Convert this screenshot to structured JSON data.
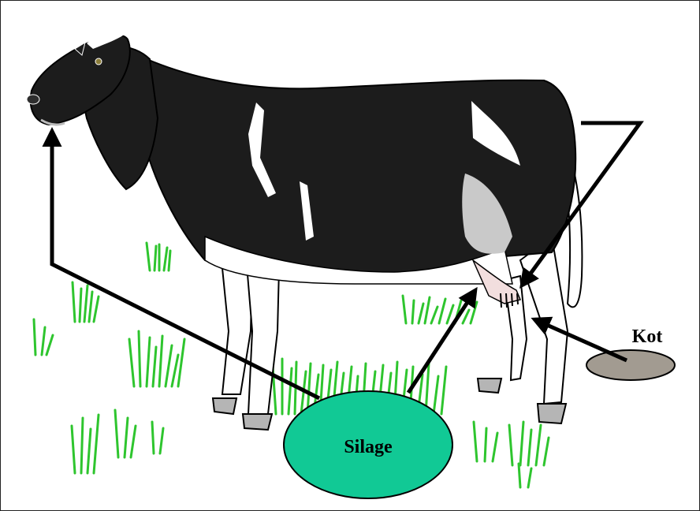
{
  "labels": {
    "silage": "Silage",
    "kot": "Kot"
  },
  "colors": {
    "silage_fill": "#11c995",
    "kot_fill": "#a29b91",
    "grass": "#2ec52e",
    "cow_black": "#1c1c1c",
    "cow_grey": "#c9c9c9",
    "arrow": "#000000"
  },
  "icons": [
    "cow-illustration",
    "grass-tufts",
    "silage-pile",
    "manure-pile"
  ]
}
